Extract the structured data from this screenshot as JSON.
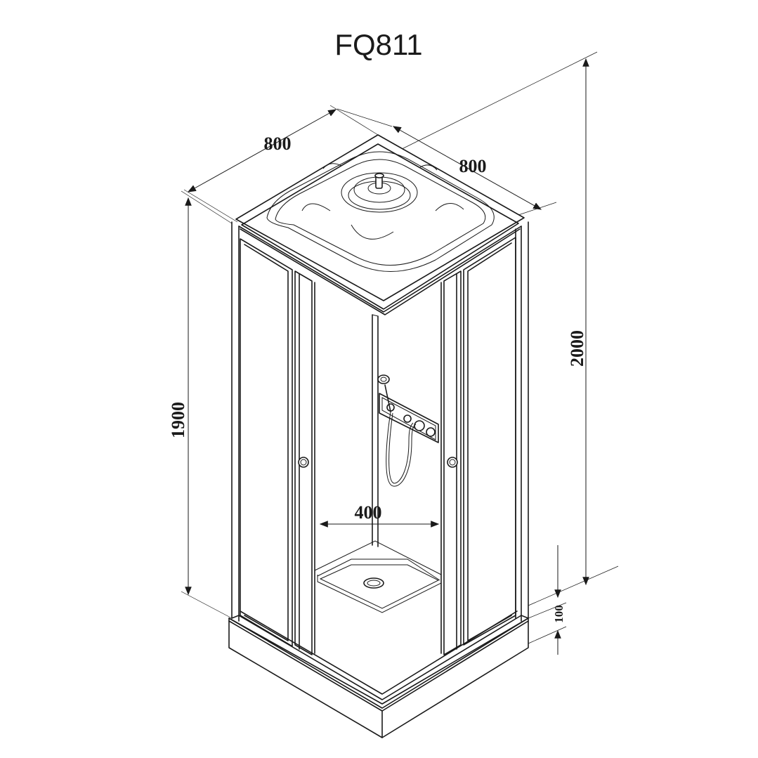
{
  "title": "FQ811",
  "dimensions": {
    "width_left": "800",
    "width_right": "800",
    "height_cabin": "1900",
    "height_total": "2000",
    "door_opening": "400",
    "tray_height": "100"
  },
  "colors": {
    "ink": "#1a1a1a",
    "background": "#ffffff"
  }
}
